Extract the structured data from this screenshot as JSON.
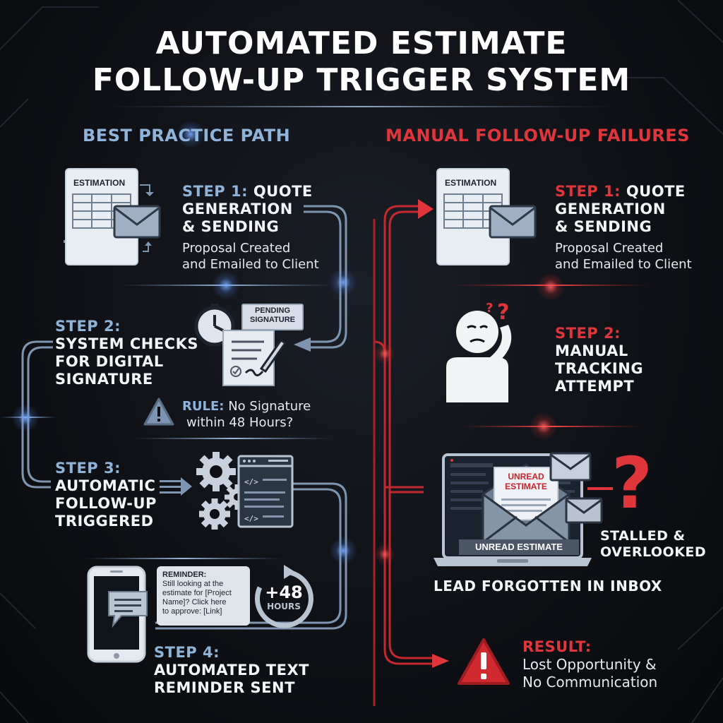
{
  "title": {
    "line1": "AUTOMATED ESTIMATE",
    "line2": "FOLLOW-UP TRIGGER SYSTEM"
  },
  "colors": {
    "background": "#0e1015",
    "accent_blue": "#8fb3d9",
    "accent_red": "#e0353a",
    "wire_blue": "#7d95b0",
    "wire_red": "#c2282c",
    "text": "#ffffff"
  },
  "left": {
    "header": "BEST PRACTICE PATH",
    "step1": {
      "label": "STEP 1:",
      "title_rest": "QUOTE",
      "title_line2": "GENERATION",
      "title_line3": "& SENDING",
      "desc_line1": "Proposal Created",
      "desc_line2": "and Emailed to Client",
      "card_header": "ESTIMATION",
      "icon": "estimate-document-envelope-icon"
    },
    "step2": {
      "label": "STEP 2:",
      "title_line1": "SYSTEM CHECKS",
      "title_line2": "FOR DIGITAL",
      "title_line3": "SIGNATURE",
      "tag_line1": "PENDING",
      "tag_line2": "SIGNATURE",
      "rule_label": "RULE:",
      "rule_text1": "No Signature",
      "rule_text2": "within 48 Hours?",
      "icons": [
        "clock-icon",
        "signature-document-icon",
        "warning-triangle-icon"
      ]
    },
    "step3": {
      "label": "STEP 3:",
      "title_line1": "AUTOMATIC",
      "title_line2": "FOLLOW-UP",
      "title_line3": "TRIGGERED",
      "icons": [
        "gears-icon",
        "code-window-icon"
      ]
    },
    "step4": {
      "label": "STEP 4:",
      "title_line1": "AUTOMATED TEXT",
      "title_line2": "REMINDER SENT",
      "bubble_head": "REMINDER:",
      "bubble_l1": "Still looking at the",
      "bubble_l2": "estimate for [Project",
      "bubble_l3": "Name]? Click here",
      "bubble_l4": "to approve: [Link]",
      "timer_value": "+48",
      "timer_unit": "HOURS",
      "icons": [
        "smartphone-icon",
        "chat-bubble-icon",
        "refresh-timer-icon"
      ]
    }
  },
  "right": {
    "header": "MANUAL FOLLOW-UP FAILURES",
    "step1": {
      "label": "STEP 1:",
      "title_rest": "QUOTE",
      "title_line2": "GENERATION",
      "title_line3": "& SENDING",
      "desc_line1": "Proposal Created",
      "desc_line2": "and Emailed to Client",
      "card_header": "ESTIMATION",
      "icon": "estimate-document-envelope-icon"
    },
    "step2": {
      "label": "STEP 2:",
      "title_line1": "MANUAL",
      "title_line2": "TRACKING",
      "title_line3": "ATTEMPT",
      "icon": "confused-person-icon"
    },
    "inbox": {
      "card_line1": "UNREAD",
      "card_line2": "ESTIMATE",
      "screen_banner": "UNREAD ESTIMATE",
      "stalled_line1": "STALLED &",
      "stalled_line2": "OVERLOOKED",
      "caption": "LEAD FORGOTTEN IN INBOX",
      "question_mark": "?",
      "icons": [
        "laptop-icon",
        "open-envelope-icon",
        "envelope-icon",
        "question-mark-icon"
      ]
    },
    "result": {
      "label": "RESULT:",
      "line1": "Lost Opportunity &",
      "line2": "No Communication",
      "icon": "warning-triangle-icon"
    }
  }
}
